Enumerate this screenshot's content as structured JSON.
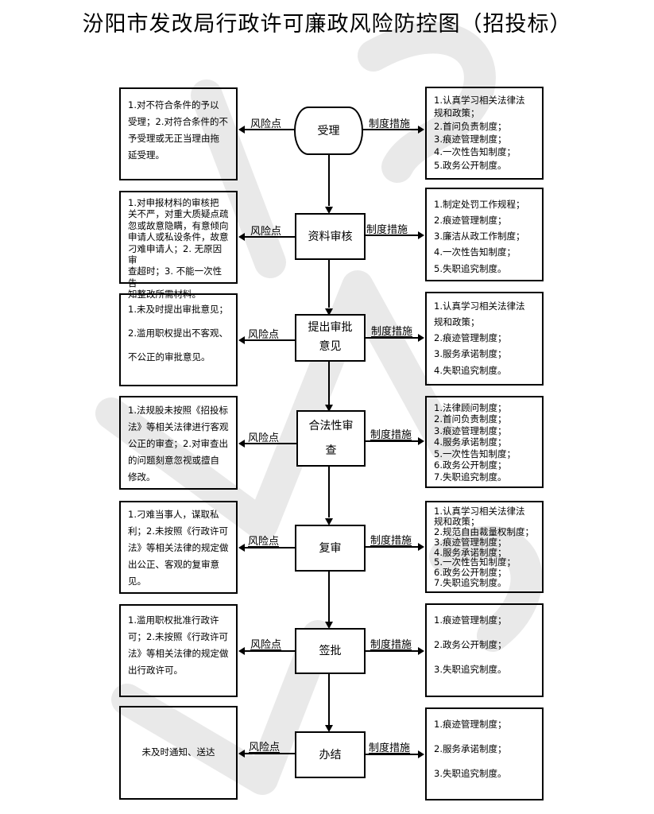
{
  "title": "汾阳市发改局行政许可廉政风险防控图（招投标）",
  "watermark": "WPS",
  "labels": {
    "risk": "风险点",
    "control": "制度措施"
  },
  "steps": [
    {
      "name": "受理",
      "shape": "terminal",
      "risks": [
        "1.对不符合条件的予以",
        "受理；2.对符合条件的不",
        "予受理或无正当理由拖",
        "延受理。"
      ],
      "controls": [
        "1.认真学习相关法律法",
        "规和政策；",
        "2.首问负责制度；",
        "3.痕迹管理制度；",
        "4.一次性告知制度；",
        "5.政务公开制度。"
      ]
    },
    {
      "name": "资料审核",
      "shape": "process",
      "risks": [
        "1.对申报材料的审核把",
        "关不严，对重大质疑点疏",
        "忽或故意隐瞒，有意倾向",
        "申请人或私设条件，故意",
        "刁难申请人；2. 无原因审",
        "查超时；3. 不能一次性告",
        "知整改所需材料。"
      ],
      "controls": [
        "1.制定处罚工作规程；",
        "2.痕迹管理制度；",
        "3.廉洁从政工作制度；",
        "4.一次性告知制度；",
        "5.失职追究制度。"
      ]
    },
    {
      "name": "提出审批意见",
      "shape": "process",
      "name_lines": [
        "提出审批",
        "意见"
      ],
      "risks": [
        "1.未及时提出审批意见；",
        "2.滥用职权提出不客观、",
        "不公正的审批意见。"
      ],
      "controls": [
        "1.认真学习相关法律法",
        "规和政策；",
        "2.痕迹管理制度；",
        "3.服务承诺制度；",
        "4.失职追究制度。"
      ]
    },
    {
      "name": "合法性审查",
      "shape": "process",
      "name_lines": [
        "合法性审",
        "查"
      ],
      "risks": [
        "1.法规股未按照《招投标",
        "法》等相关法律进行客观",
        "公正的审查；2.对审查出",
        "的问题刻意忽视或擅自",
        "修改。"
      ],
      "controls": [
        "1.法律顾问制度；",
        "2.首问负责制度；",
        "3.痕迹管理制度；",
        "4.服务承诺制度；",
        "5.一次性告知制度；",
        "6.政务公开制度；",
        "7.失职追究制度。"
      ]
    },
    {
      "name": "复审",
      "shape": "process",
      "risks": [
        "1.刁难当事人，谋取私",
        "利；2.未按照《行政许可",
        "法》等相关法律的规定做",
        "出公正、客观的复审意",
        "见。"
      ],
      "controls": [
        "1.认真学习相关法律法",
        "规和政策；",
        "2.规范自由裁量权制度；",
        "3.痕迹管理制度；",
        "4.服务承诺制度；",
        "5.一次性告知制度；",
        "6.政务公开制度；",
        "7.失职追究制度。"
      ]
    },
    {
      "name": "签批",
      "shape": "process",
      "risks": [
        "1.滥用职权批准行政许",
        "可；2.未按照《行政许可",
        "法》等相关法律的规定做",
        "出行政许可。"
      ],
      "controls": [
        "1.痕迹管理制度；",
        "2.政务公开制度；",
        "3.失职追究制度。"
      ]
    },
    {
      "name": "办结",
      "shape": "process",
      "risks": [
        "未及时通知、送达"
      ],
      "controls": [
        "1.痕迹管理制度；",
        "2.服务承诺制度；",
        "3.失职追究制度。"
      ]
    }
  ]
}
